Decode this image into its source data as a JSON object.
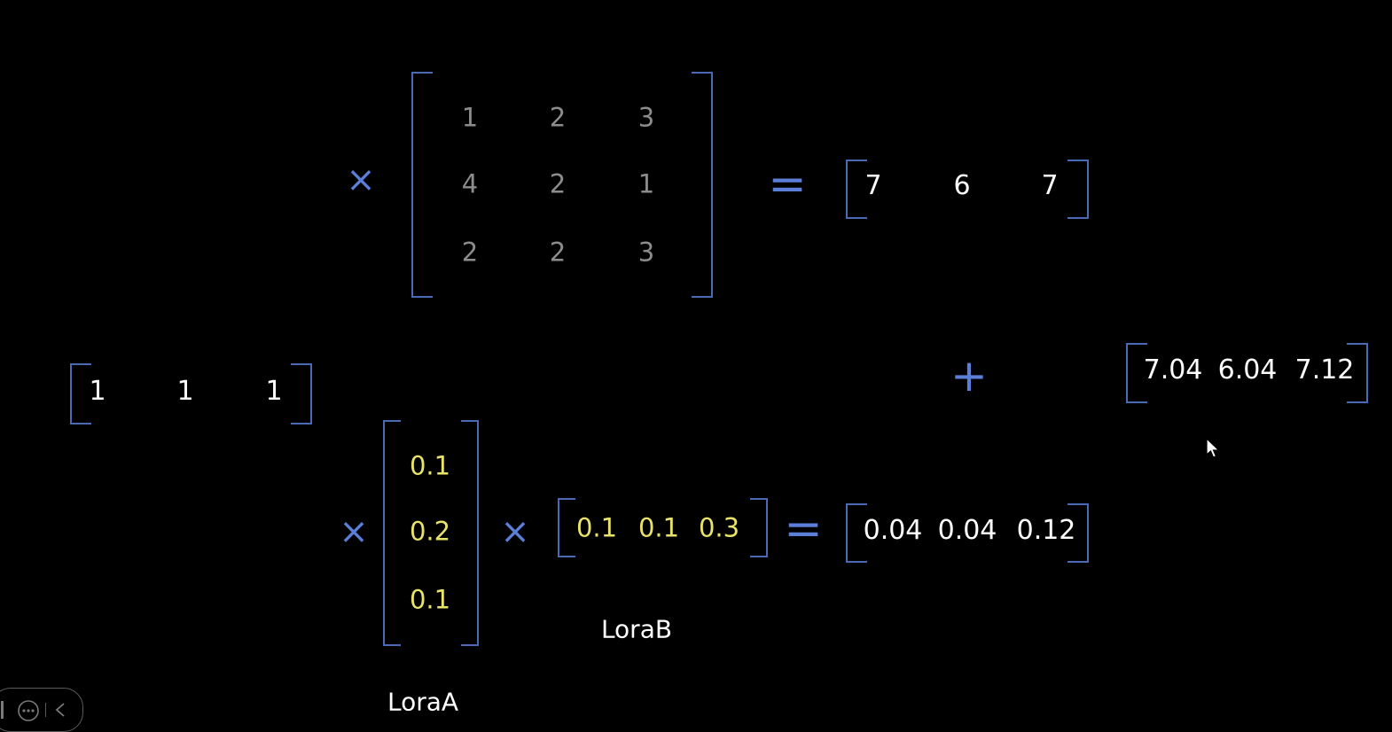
{
  "weight_matrix": {
    "rows": [
      [
        "1",
        "2",
        "3"
      ],
      [
        "4",
        "2",
        "1"
      ],
      [
        "2",
        "2",
        "3"
      ]
    ]
  },
  "input_vector": [
    "1",
    "1",
    "1"
  ],
  "base_result": [
    "7",
    "6",
    "7"
  ],
  "lora_a": {
    "label": "LoraA",
    "values": [
      "0.1",
      "0.2",
      "0.1"
    ]
  },
  "lora_b": {
    "label": "LoraB",
    "values": [
      "0.1",
      "0.1",
      "0.3"
    ]
  },
  "lora_result": [
    "0.04",
    "0.04",
    "0.12"
  ],
  "final_result": [
    "7.04",
    "6.04",
    "7.12"
  ],
  "operators": {
    "times": "×",
    "equals": "=",
    "plus": "+"
  },
  "colors": {
    "background": "#000000",
    "bracket": "#4a6ab5",
    "operator": "#5b7ed8",
    "matrix_text": "#8c8c8c",
    "vector_text": "#ffffff",
    "lora_text": "#e9e36a"
  }
}
